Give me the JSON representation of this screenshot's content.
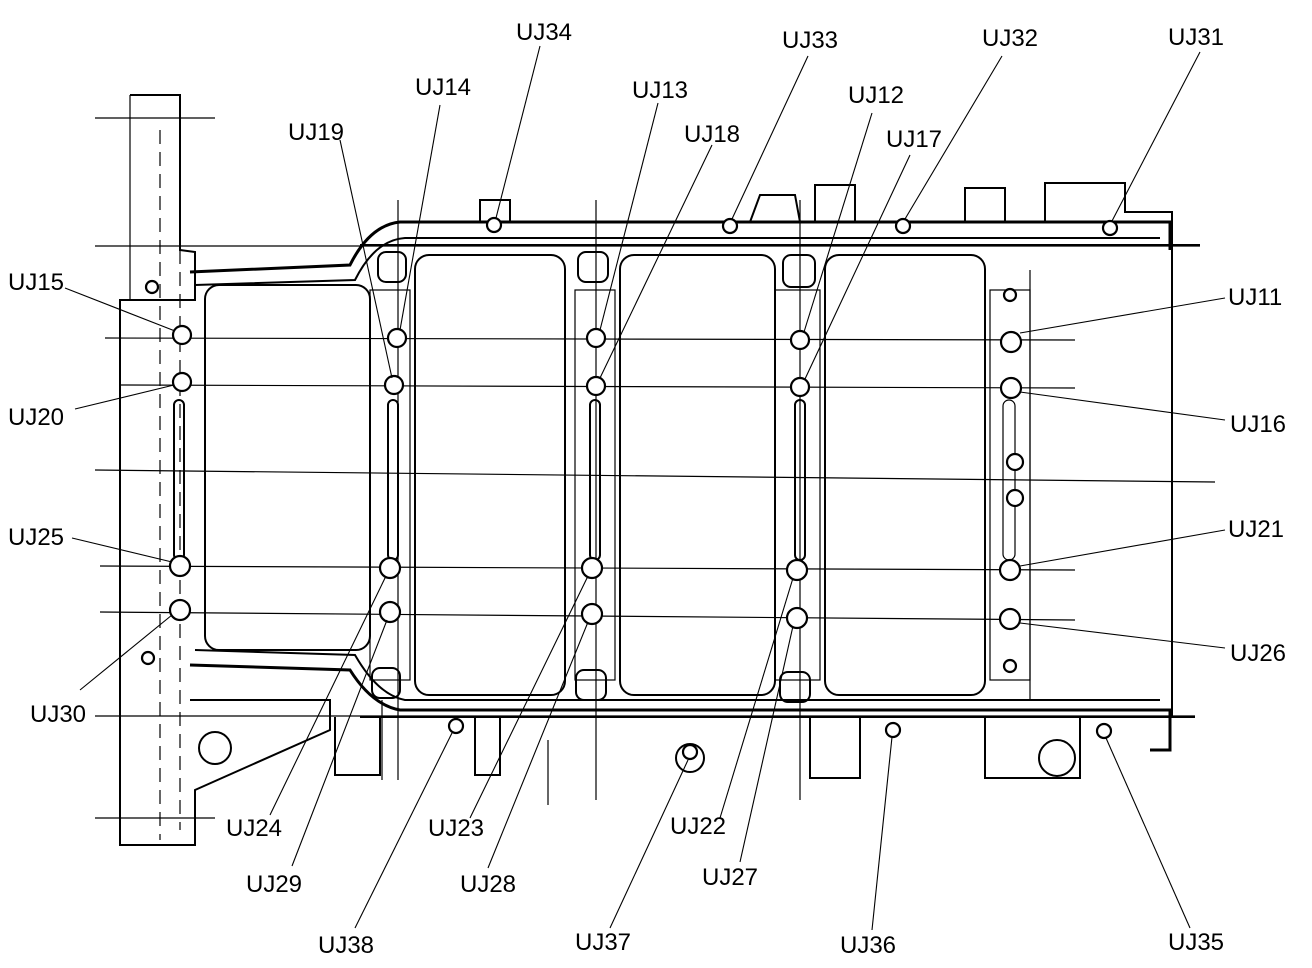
{
  "labels": [
    {
      "key": "uj11",
      "text": "UJ11"
    },
    {
      "key": "uj12",
      "text": "UJ12"
    },
    {
      "key": "uj13",
      "text": "UJ13"
    },
    {
      "key": "uj14",
      "text": "UJ14"
    },
    {
      "key": "uj15",
      "text": "UJ15"
    },
    {
      "key": "uj16",
      "text": "UJ16"
    },
    {
      "key": "uj17",
      "text": "UJ17"
    },
    {
      "key": "uj18",
      "text": "UJ18"
    },
    {
      "key": "uj19",
      "text": "UJ19"
    },
    {
      "key": "uj20",
      "text": "UJ20"
    },
    {
      "key": "uj21",
      "text": "UJ21"
    },
    {
      "key": "uj22",
      "text": "UJ22"
    },
    {
      "key": "uj23",
      "text": "UJ23"
    },
    {
      "key": "uj24",
      "text": "UJ24"
    },
    {
      "key": "uj25",
      "text": "UJ25"
    },
    {
      "key": "uj26",
      "text": "UJ26"
    },
    {
      "key": "uj27",
      "text": "UJ27"
    },
    {
      "key": "uj28",
      "text": "UJ28"
    },
    {
      "key": "uj29",
      "text": "UJ29"
    },
    {
      "key": "uj30",
      "text": "UJ30"
    },
    {
      "key": "uj31",
      "text": "UJ31"
    },
    {
      "key": "uj32",
      "text": "UJ32"
    },
    {
      "key": "uj33",
      "text": "UJ33"
    },
    {
      "key": "uj34",
      "text": "UJ34"
    },
    {
      "key": "uj35",
      "text": "UJ35"
    },
    {
      "key": "uj36",
      "text": "UJ36"
    },
    {
      "key": "uj37",
      "text": "UJ37"
    },
    {
      "key": "uj38",
      "text": "UJ38"
    }
  ]
}
